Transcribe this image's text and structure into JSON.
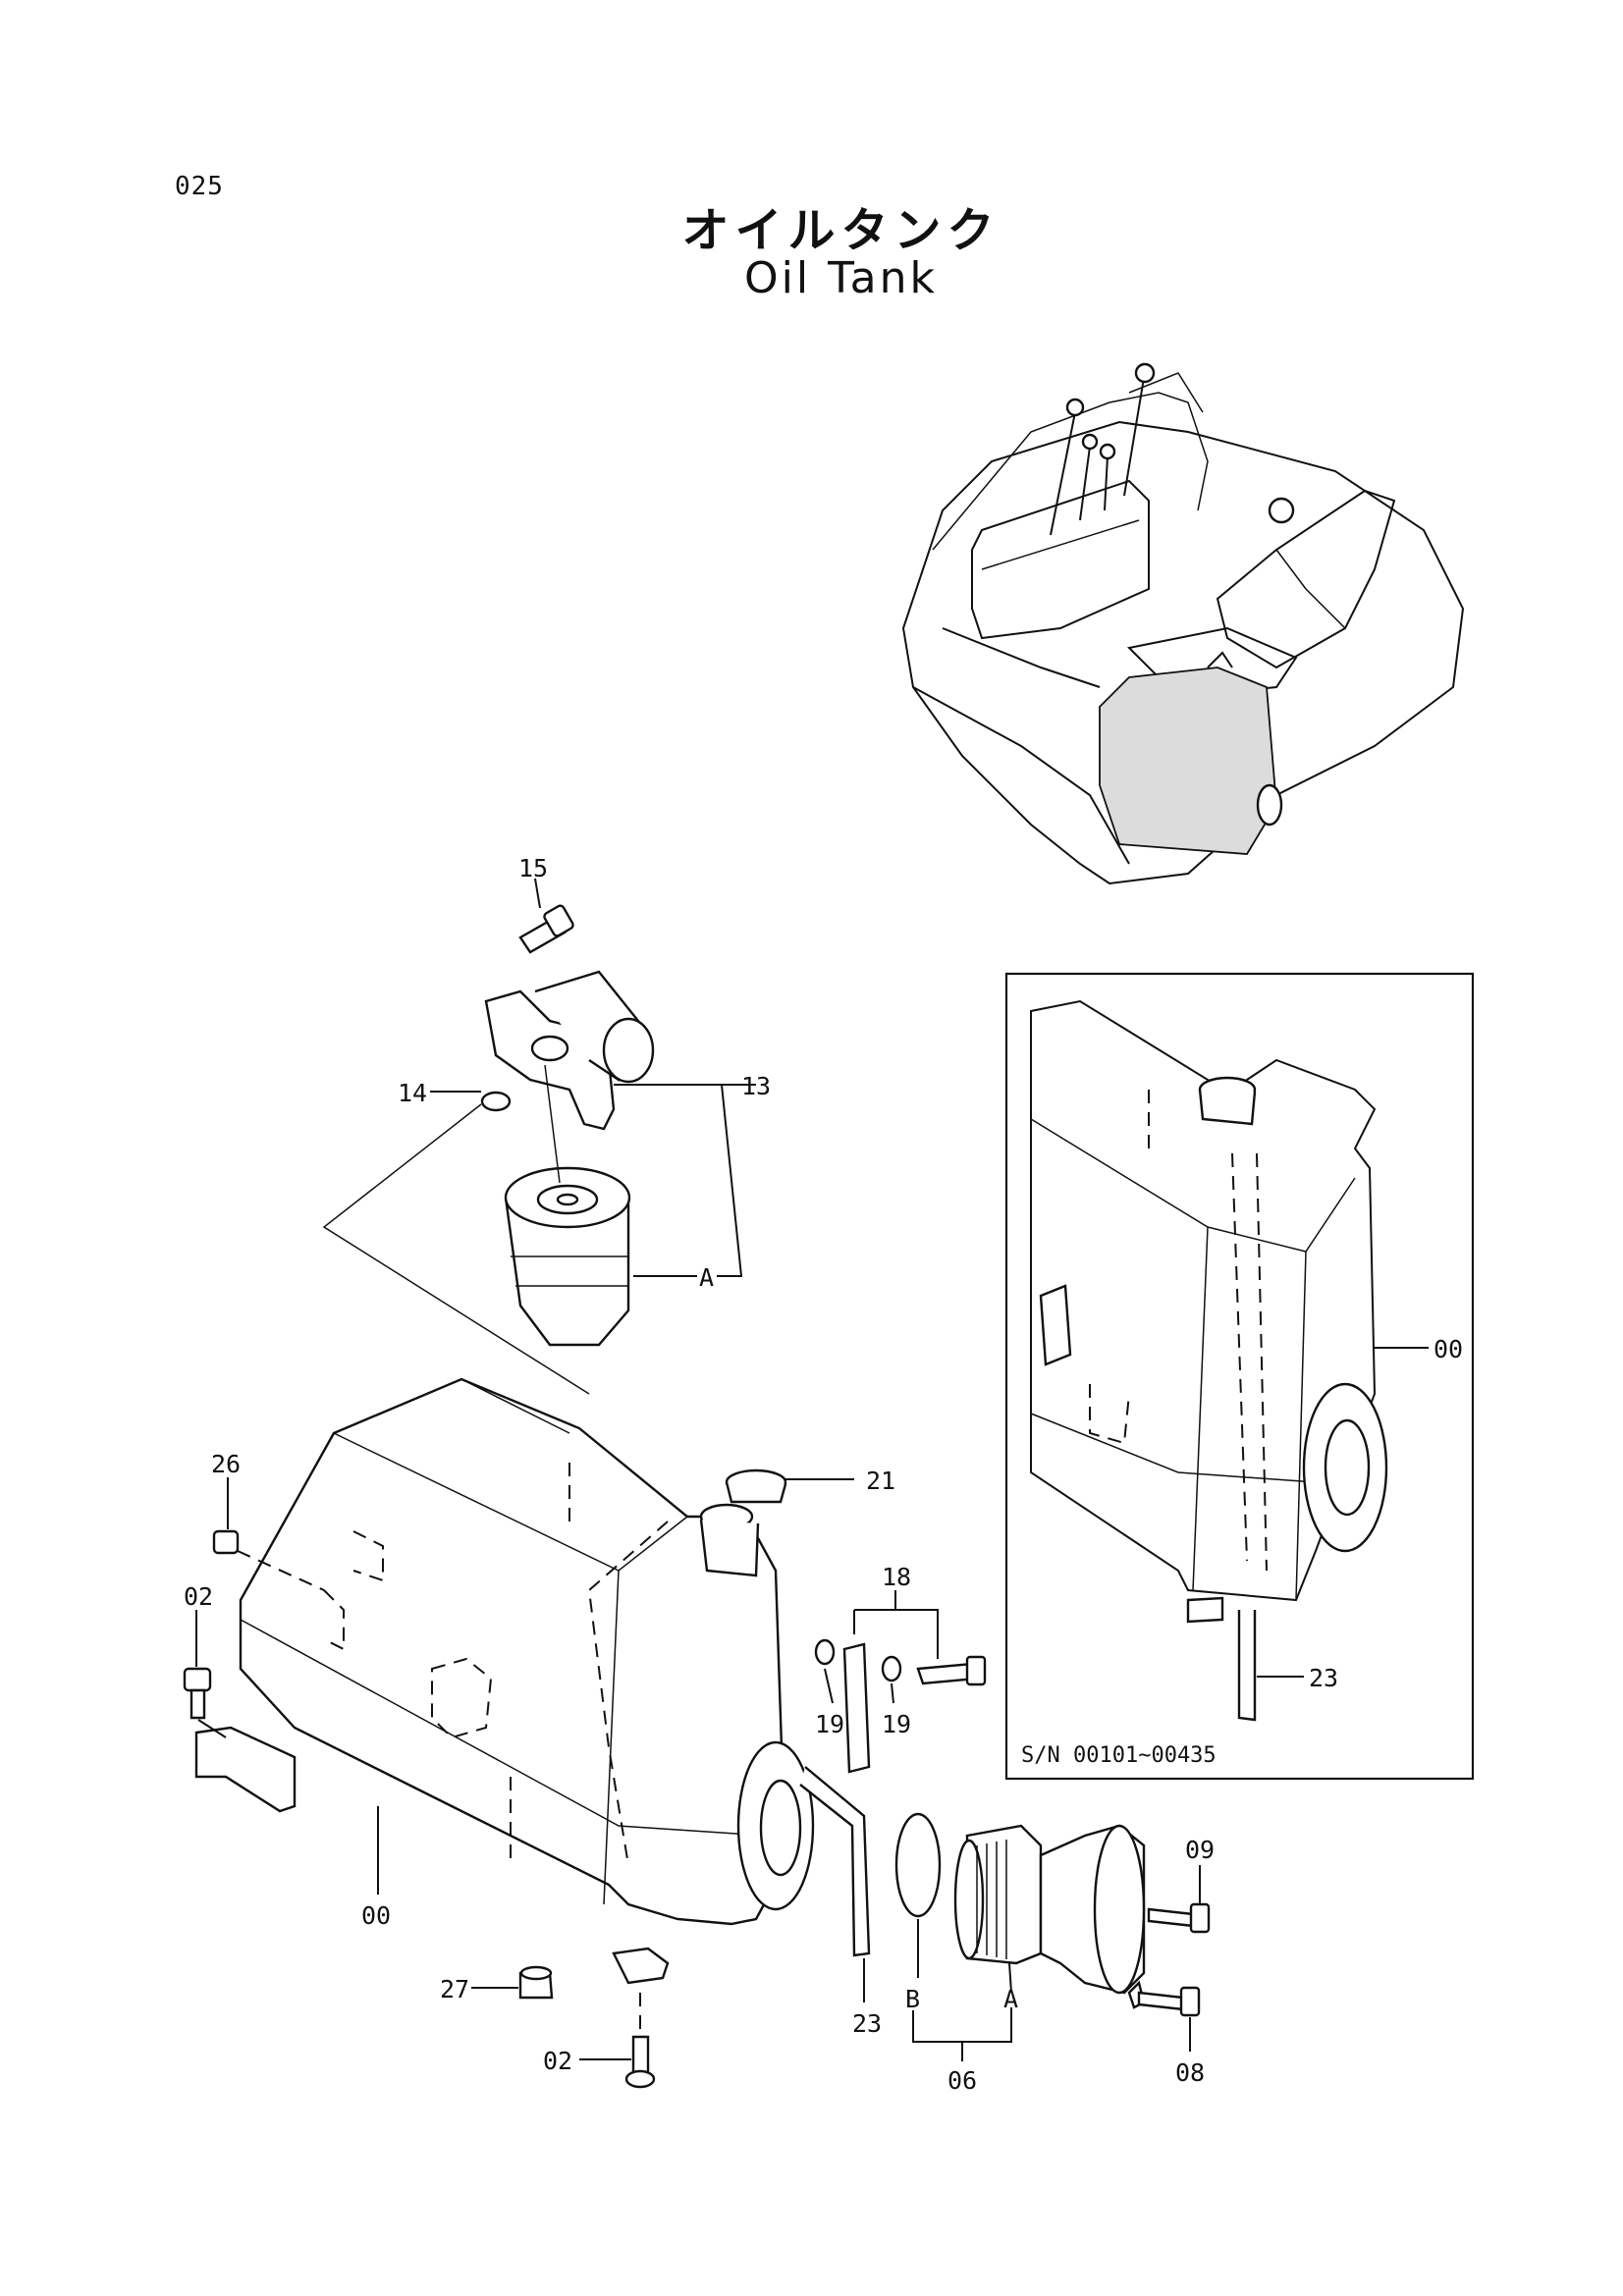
{
  "page": {
    "number": "025",
    "title_jp": "オイルタンク",
    "title_en": "Oil Tank"
  },
  "inset": {
    "serial_range": "S/N 00101~00435",
    "callouts": {
      "tank": "00",
      "pipe": "23"
    }
  },
  "callouts": {
    "c15": "15",
    "c13": "13",
    "c14": "14",
    "cA1": "A",
    "c26": "26",
    "c02a": "02",
    "c21": "21",
    "c18": "18",
    "c19a": "19",
    "c19b": "19",
    "c00": "00",
    "c27": "27",
    "c02b": "02",
    "c23": "23",
    "cB": "B",
    "cA2": "A",
    "c06": "06",
    "c09": "09",
    "c08": "08"
  }
}
